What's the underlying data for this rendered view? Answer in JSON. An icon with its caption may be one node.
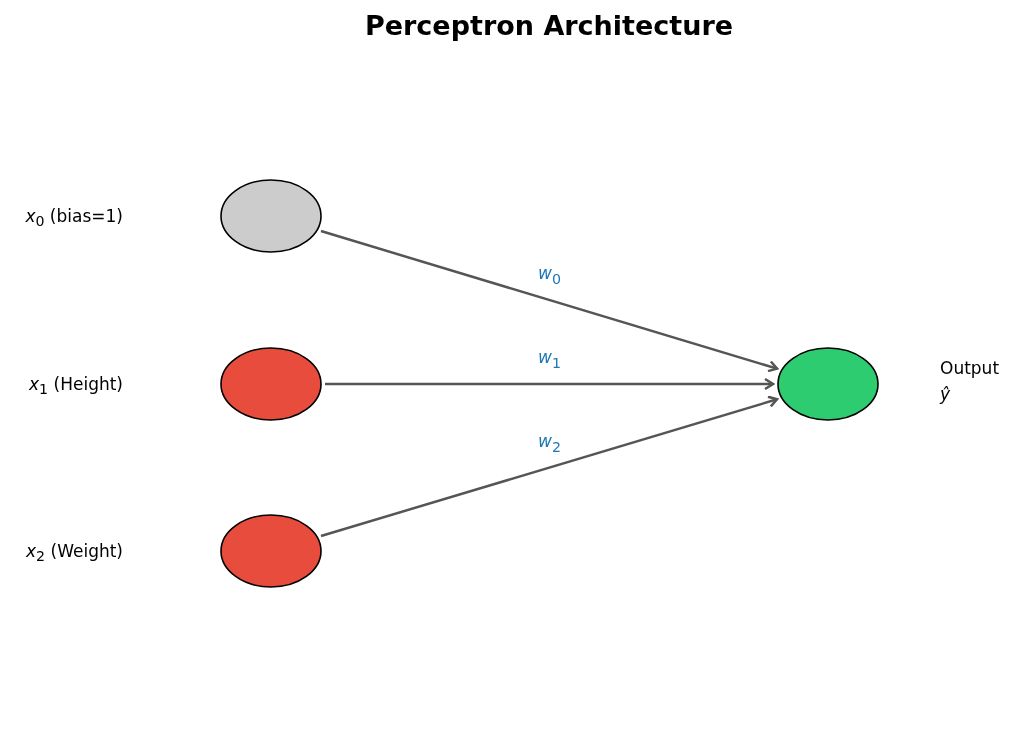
{
  "diagram": {
    "title": "Perceptron Architecture",
    "nodes": [
      {
        "text": [],
        "shape": "circle"
      },
      {
        "text": [],
        "shape": "circle"
      },
      {
        "text": [],
        "shape": "circle"
      },
      {
        "text": [],
        "shape": "circle",
        "beside": [
          "Output",
          "ŷ"
        ]
      }
    ],
    "edges": [
      {
        "from": 0,
        "to": 3,
        "arrow": "to",
        "label": "*w*$_{0}$"
      },
      {
        "from": 1,
        "to": 3,
        "arrow": "to",
        "label": "*w*$_{1}$"
      },
      {
        "from": 2,
        "to": 3,
        "arrow": "to",
        "label": "*w*$_{2}$"
      }
    ],
    "labels": [
      "*x*$_{0}$ (bias=1)",
      "*x*$_{1}$ (Height)",
      "*x*$_{2}$ (Weight)"
    ]
  }
}
